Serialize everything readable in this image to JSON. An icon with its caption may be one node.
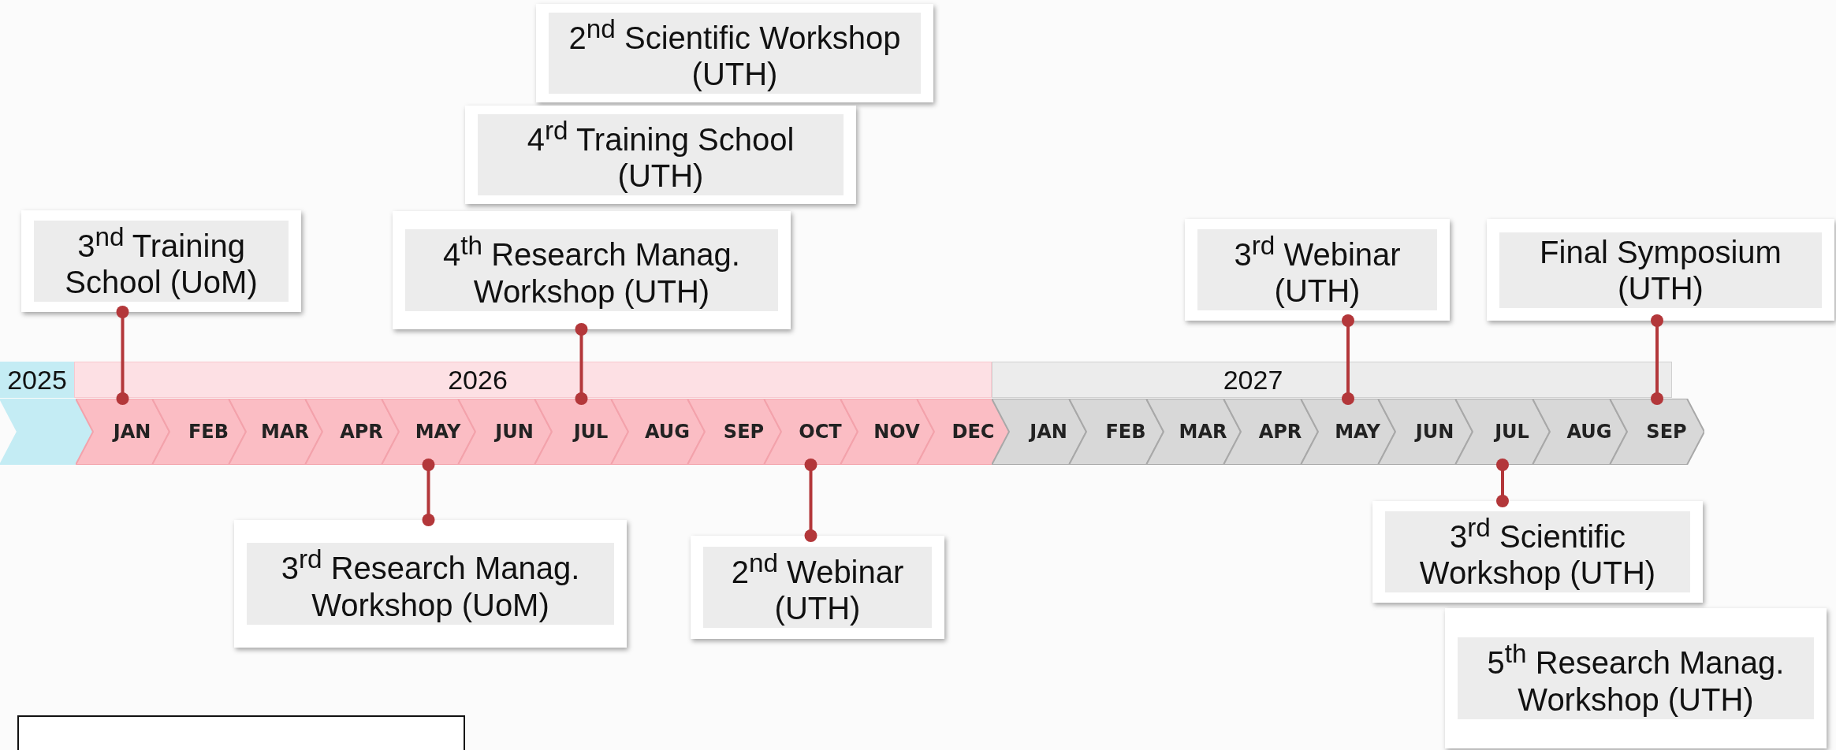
{
  "diagram": {
    "nodes": [
      {
        "text": [
          "2$^{nd}$ Scientific Workshop (UTH)"
        ]
      },
      {
        "text": [
          "4$^{rd}$ Training School (UTH)"
        ]
      },
      {
        "text": [
          "3$^{nd}$ Training School (UoM)"
        ]
      },
      {
        "text": [
          "4$^{th}$ Research Manag. Workshop (UTH)"
        ]
      },
      {
        "text": [
          "3$^{rd}$ Webinar (UTH)"
        ]
      },
      {
        "text": [
          "Final Symposium (UTH)"
        ]
      },
      {
        "text": [
          "2025"
        ]
      },
      {
        "text": [
          "2026"
        ]
      },
      {
        "text": [
          "2027"
        ]
      },
      {
        "text": [],
        "shape": "chevron"
      },
      {
        "text": [
          "JAN"
        ]
      },
      {
        "text": [
          "FEB"
        ]
      },
      {
        "text": [
          "MAR"
        ]
      },
      {
        "text": [
          "APR"
        ]
      },
      {
        "text": [
          "MAY"
        ]
      },
      {
        "text": [
          "JUN"
        ]
      },
      {
        "text": [
          "JUL"
        ]
      },
      {
        "text": [
          "AUG"
        ]
      },
      {
        "text": [
          "SEP"
        ]
      },
      {
        "text": [
          "OCT"
        ]
      },
      {
        "text": [
          "NOV"
        ]
      },
      {
        "text": [
          "DEC"
        ]
      },
      {
        "text": [
          "JAN"
        ]
      },
      {
        "text": [
          "FEB"
        ]
      },
      {
        "text": [
          "MAR"
        ]
      },
      {
        "text": [
          "APR"
        ]
      },
      {
        "text": [
          "MAY"
        ]
      },
      {
        "text": [
          "JUN"
        ]
      },
      {
        "text": [
          "JUL"
        ]
      },
      {
        "text": [
          "AUG"
        ]
      },
      {
        "text": [
          "SEP"
        ]
      },
      {
        "text": [
          "3$^{rd}$ Research Manag. Workshop (UoM)"
        ]
      },
      {
        "text": [
          "2$^{nd}$ Webinar (UTH)"
        ]
      },
      {
        "text": [
          "3$^{rd}$ Scientific Workshop (UTH)"
        ]
      },
      {
        "text": [
          "5$^{th}$ Research Manag. Workshop (UTH)"
        ]
      },
      {
        "text": [],
        "shape": "box"
      }
    ],
    "edges": [
      {
        "from": 2,
        "to": 10,
        "arrow": "other"
      },
      {
        "from": 3,
        "to": 16,
        "arrow": "other"
      },
      {
        "from": 4,
        "to": 26,
        "arrow": "other"
      },
      {
        "from": 5,
        "to": 30,
        "arrow": "other"
      },
      {
        "from": 31,
        "to": 14,
        "arrow": "other"
      },
      {
        "from": 32,
        "to": 19,
        "arrow": "other"
      },
      {
        "from": 33,
        "to": 28,
        "arrow": "other"
      }
    ]
  }
}
